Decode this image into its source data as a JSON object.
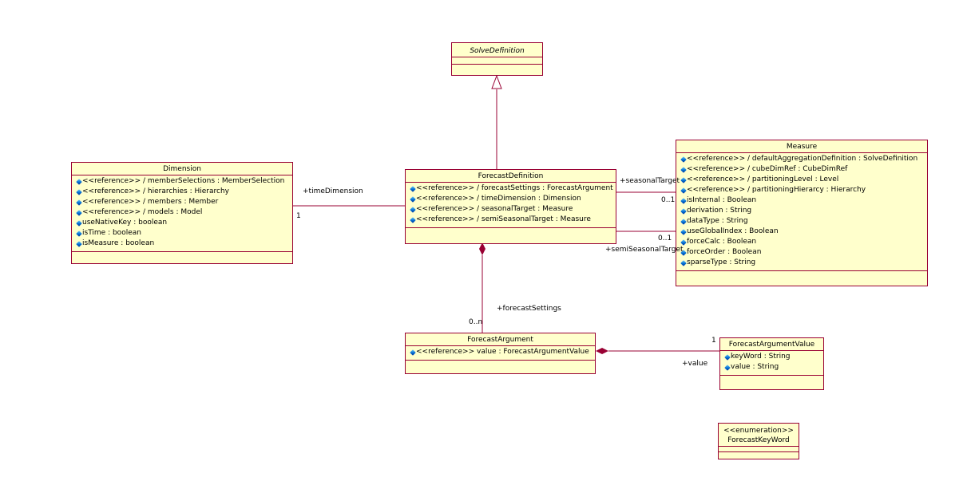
{
  "classes": {
    "solve_definition": {
      "name": "SolveDefinition"
    },
    "forecast_definition": {
      "name": "ForecastDefinition",
      "attributes": [
        "<<reference>> / forecastSettings : ForecastArgument",
        "<<reference>> / timeDimension : Dimension",
        "<<reference>> / seasonalTarget : Measure",
        "<<reference>> / semiSeasonalTarget : Measure"
      ]
    },
    "dimension": {
      "name": "Dimension",
      "attributes": [
        "<<reference>> / memberSelections : MemberSelection",
        "<<reference>> / hierarchies : Hierarchy",
        "<<reference>> / members : Member",
        "<<reference>> / models : Model",
        "useNativeKey : boolean",
        "isTime : boolean",
        "isMeasure : boolean"
      ]
    },
    "measure": {
      "name": "Measure",
      "attributes": [
        "<<reference>> / defaultAggregationDefinition : SolveDefinition",
        "<<reference>> / cubeDimRef : CubeDimRef",
        "<<reference>> / partitioningLevel : Level",
        "<<reference>> / partitioningHierarcy : Hierarchy",
        "isInternal : Boolean",
        "derivation : String",
        "dataType : String",
        "useGlobalIndex : Boolean",
        "forceCalc : Boolean",
        "forceOrder : Boolean",
        "sparseType : String"
      ]
    },
    "forecast_argument": {
      "name": "ForecastArgument",
      "attributes": [
        "<<reference>> value : ForecastArgumentValue"
      ]
    },
    "forecast_argument_value": {
      "name": "ForecastArgumentValue",
      "attributes": [
        "keyWord : String",
        "value : String"
      ]
    },
    "forecast_key_word": {
      "stereotype": "<<enumeration>>",
      "name": "ForecastKeyWord"
    }
  },
  "labels": {
    "time_dimension_role": "+timeDimension",
    "time_dimension_mult": "1",
    "seasonal_target_role": "+seasonalTarget",
    "seasonal_target_mult": "0..1",
    "semi_seasonal_target_role": "+semiSeasonalTarget",
    "semi_seasonal_target_mult": "0..1",
    "forecast_settings_role": "+forecastSettings",
    "forecast_settings_mult": "0..n",
    "value_role": "+value",
    "value_mult": "1"
  },
  "colors": {
    "fill": "#ffffcc",
    "border": "#990033",
    "icon": "#0066cc"
  }
}
